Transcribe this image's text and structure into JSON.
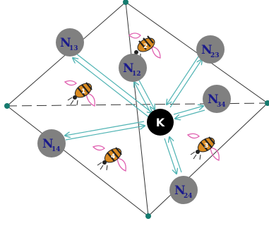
{
  "diagram": {
    "center": {
      "label": "K",
      "fill": "#000000"
    },
    "nodes": [
      {
        "id": "n13",
        "letter": "N",
        "sub": "13"
      },
      {
        "id": "n12",
        "letter": "N",
        "sub": "12"
      },
      {
        "id": "n23",
        "letter": "N",
        "sub": "23"
      },
      {
        "id": "n34",
        "letter": "N",
        "sub": "34"
      },
      {
        "id": "n14",
        "letter": "N",
        "sub": "14"
      },
      {
        "id": "n24",
        "letter": "N",
        "sub": "24"
      }
    ],
    "bees": [
      {
        "id": "bee-1",
        "number": "1"
      },
      {
        "id": "bee-2",
        "number": "2"
      },
      {
        "id": "bee-3",
        "number": "3"
      },
      {
        "id": "bee-4",
        "number": "4"
      }
    ],
    "colors": {
      "node_fill": "#808080",
      "node_text": "#1a1a8c",
      "arrow": "#4fb3b3",
      "edge": "#333333",
      "vertex": "#157a6e",
      "bee_wing": "#e060b0",
      "bee_body": "#d98a20"
    }
  }
}
